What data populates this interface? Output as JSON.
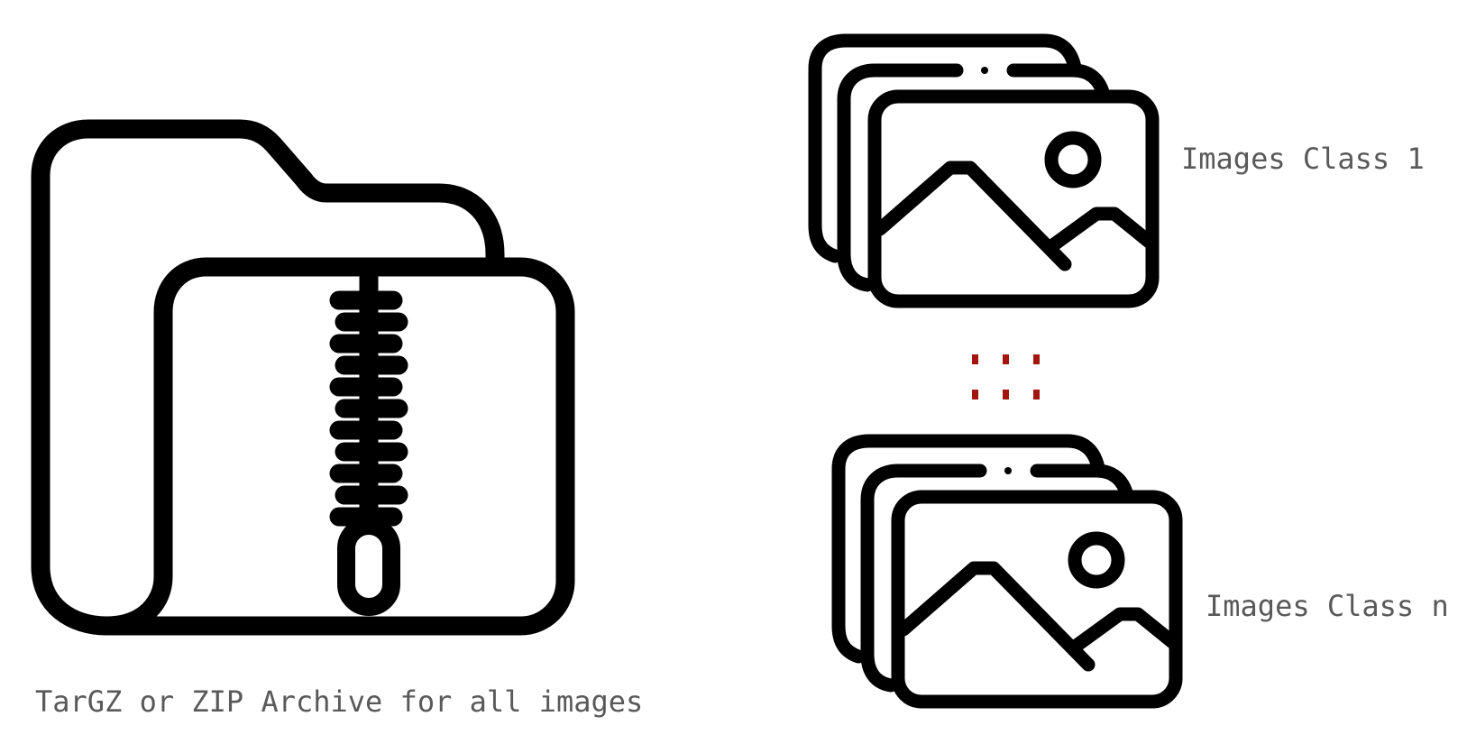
{
  "archive": {
    "caption": "TarGZ or ZIP Archive for all images",
    "icon": "zip-folder-icon"
  },
  "image_classes": [
    {
      "caption": "Images Class 1",
      "icon": "image-stack-icon"
    },
    {
      "caption": "Images Class n",
      "icon": "image-stack-icon"
    }
  ],
  "ellipsis": {
    "icon": "vertical-ellipsis",
    "color": "#a3160f"
  },
  "colors": {
    "icon_stroke": "#000000",
    "caption_text": "#595959"
  }
}
